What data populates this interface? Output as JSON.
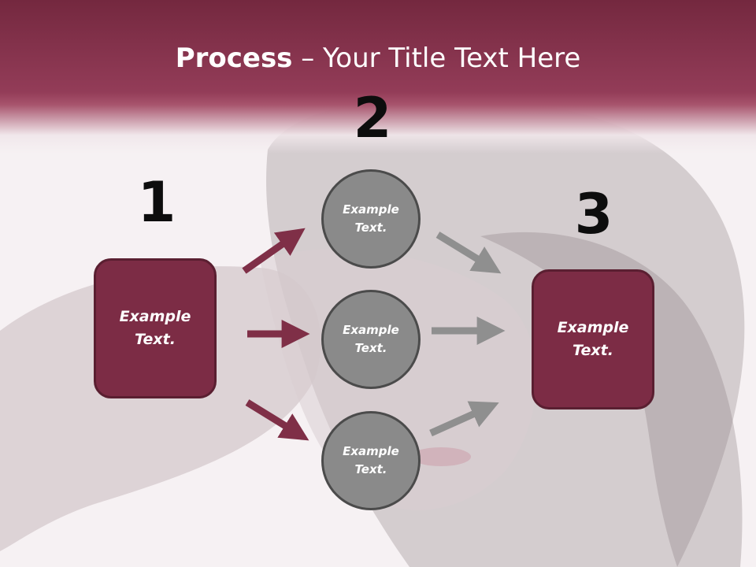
{
  "slide": {
    "title_bold": "Process",
    "title_rest": " – Your Title Text Here",
    "colors": {
      "header": "#8b3551",
      "box": "#7c2c45",
      "circle": "#8a8a8a",
      "arrow_left": "#7f2f47",
      "arrow_right": "#8f8f8f"
    }
  },
  "steps": [
    {
      "number": "1",
      "label": "Example Text."
    },
    {
      "number": "2",
      "labels": [
        "Example Text.",
        "Example Text.",
        "Example Text."
      ]
    },
    {
      "number": "3",
      "label": "Example Text."
    }
  ]
}
